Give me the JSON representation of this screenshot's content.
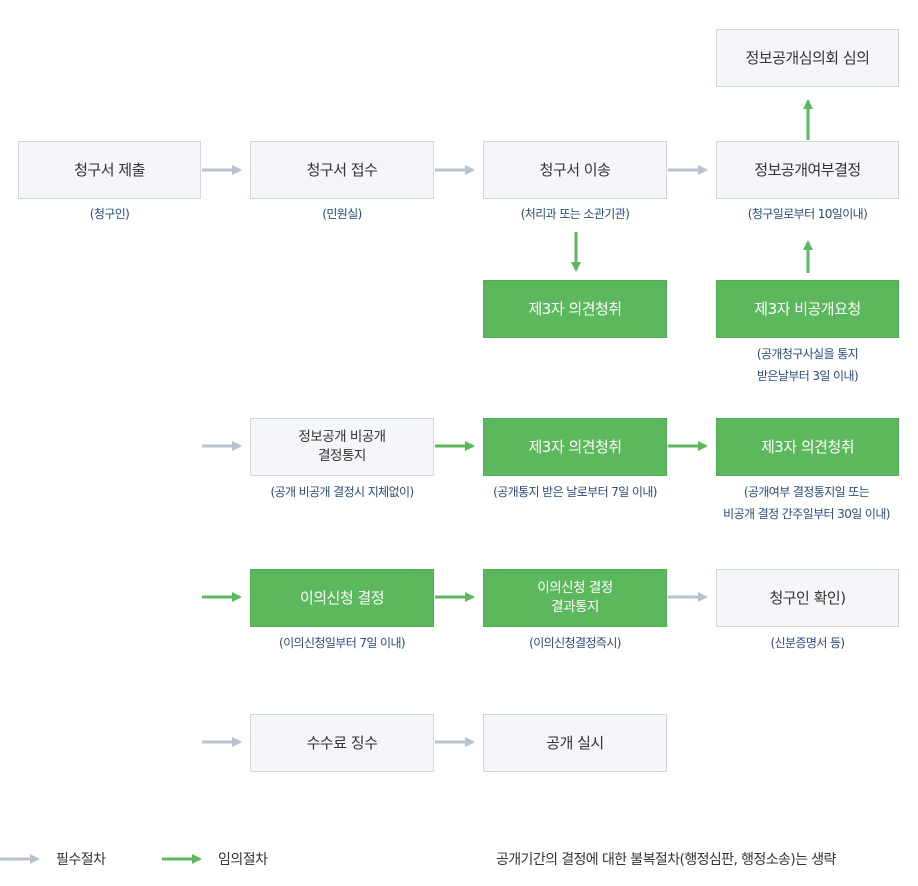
{
  "colors": {
    "mandatory": "#b7c3cf",
    "optional": "#5cb85c",
    "note": "#2c4a7a"
  },
  "row1": {
    "submit": {
      "label": "청구서 제출",
      "note": "(청구인)"
    },
    "receive": {
      "label": "청구서 접수",
      "note": "(민원실)"
    },
    "transfer": {
      "label": "청구서 이송",
      "note": "(처리과 또는 소관기관)"
    },
    "decision": {
      "label": "정보공개여부결정",
      "note": "(청구일로부터 10일이내)"
    }
  },
  "committee": {
    "label": "정보공개심의회 심의"
  },
  "row2": {
    "third_party_opinion": {
      "label": "제3자 의견청취"
    },
    "third_party_request": {
      "label": "제3자 비공개요청",
      "note_line1": "(공개청구사실을 통지",
      "note_line2": "받은날부터 3일 이내)"
    }
  },
  "row3": {
    "nondisclosure": {
      "label_line1": "정보공개 비공개",
      "label_line2": "결정통지",
      "note": "(공개 비공개 결정시 지체없이)"
    },
    "opinion_a": {
      "label": "제3자 의견청취",
      "note": "(공개통지 받은 날로부터 7일 이내)"
    },
    "opinion_b": {
      "label": "제3자 의견청취",
      "note_line1": "(공개여부 결정통지일 또는",
      "note_line2": "비공개 결정 간주일부터 30일 이내)"
    }
  },
  "row4": {
    "objection": {
      "label": "이의신청 결정",
      "note": "(이의신청일부터 7일 이내)"
    },
    "objection_notice": {
      "label_line1": "이의신청 결정",
      "label_line2": "결과통지",
      "note": "(이의신청결정즉시)"
    },
    "identity": {
      "label": "청구인 확인)",
      "note": "(신분증명서 등)"
    }
  },
  "row5": {
    "fee": {
      "label": "수수료 징수"
    },
    "disclose": {
      "label": "공개 실시"
    }
  },
  "legend": {
    "mandatory": "필수절차",
    "optional": "임의절차"
  },
  "footer": {
    "text": "공개기간의 결정에 대한 불복절차(행정심판, 행정소송)는 생략"
  }
}
